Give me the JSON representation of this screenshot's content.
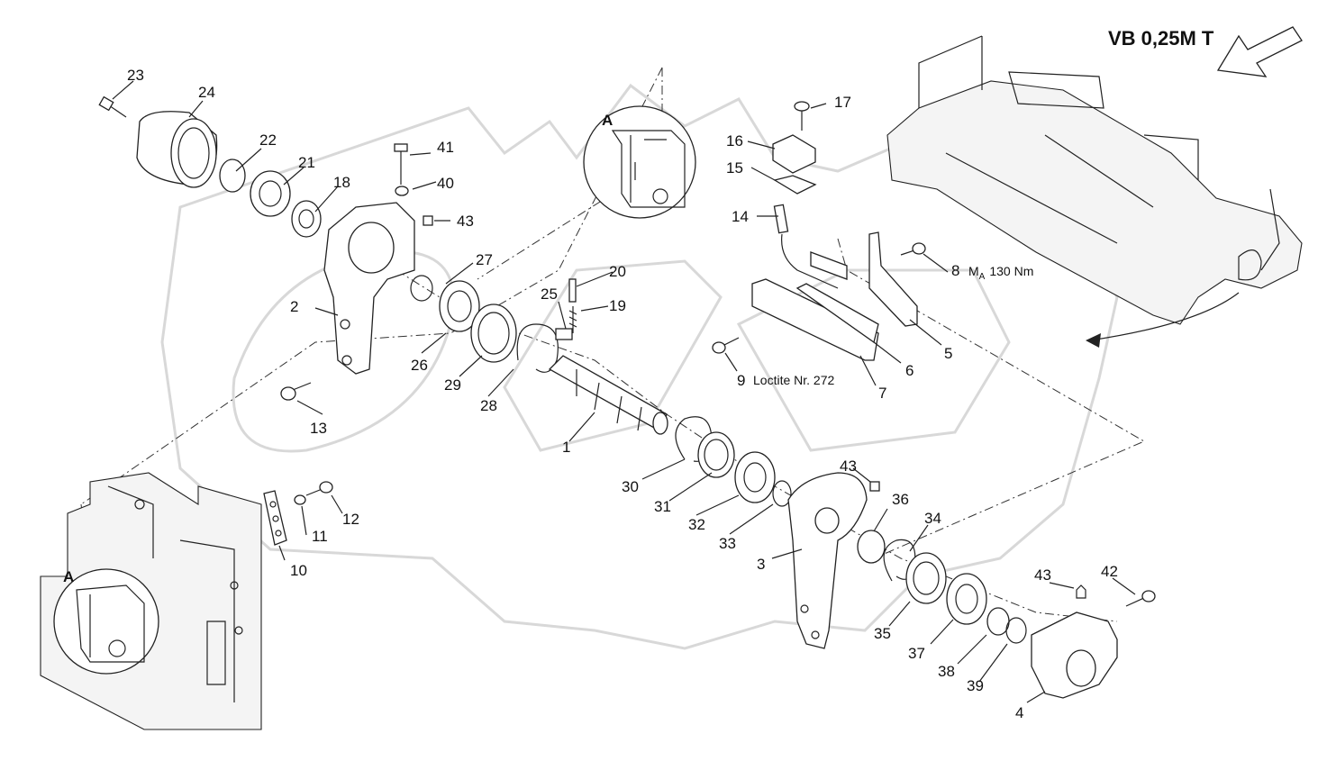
{
  "diagram": {
    "title": "VB 0,25M T",
    "detail_letter": "A",
    "notes": {
      "torque": "M",
      "torque_sub": "A",
      "torque_value": "130 Nm",
      "loctite": "Loctite Nr. 272"
    },
    "callouts": [
      "1",
      "2",
      "3",
      "4",
      "5",
      "6",
      "7",
      "8",
      "9",
      "10",
      "11",
      "12",
      "13",
      "14",
      "15",
      "16",
      "17",
      "18",
      "19",
      "20",
      "21",
      "22",
      "23",
      "24",
      "25",
      "26",
      "27",
      "28",
      "29",
      "30",
      "31",
      "32",
      "33",
      "34",
      "35",
      "36",
      "37",
      "38",
      "39",
      "40",
      "41",
      "42",
      "43"
    ]
  }
}
